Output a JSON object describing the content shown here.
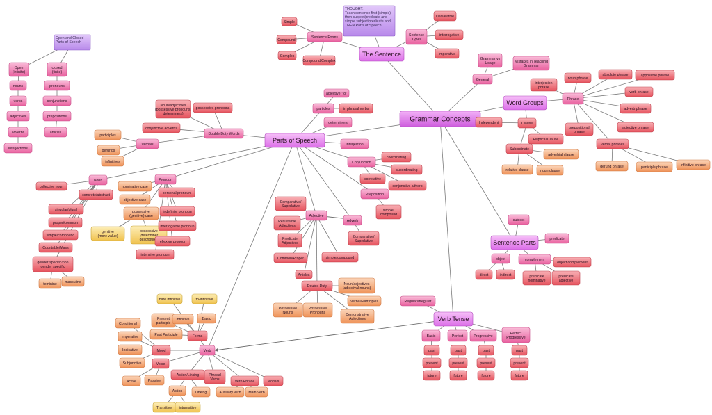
{
  "colors": {
    "link": "#7a7a7a",
    "hub_fill": "#e27cec",
    "hub_stroke": "#b048bd",
    "root_fill": "#d66fe6",
    "note_fill": "#c99df0",
    "note_stroke": "#8d5ec8",
    "pink_fill": "#ef7fb3",
    "pink_stroke": "#c94f8a",
    "red_fill": "#ee6f78",
    "red_stroke": "#c0434f",
    "orange_fill": "#f3a97a",
    "orange_stroke": "#d07a45",
    "yellow_fill": "#f6d779",
    "yellow_stroke": "#c9a436"
  },
  "nodes": [
    {
      "id": "root",
      "label": "Grammar Concepts",
      "kind": "root"
    },
    {
      "id": "pos",
      "label": "Parts of Speech",
      "kind": "hub"
    },
    {
      "id": "sentence",
      "label": "The Sentence",
      "kind": "hub"
    },
    {
      "id": "wordgroups",
      "label": "Word Groups",
      "kind": "hub"
    },
    {
      "id": "sentparts",
      "label": "Sentence Parts",
      "kind": "hub"
    },
    {
      "id": "verbtense",
      "label": "Verb Tense",
      "kind": "hub"
    },
    {
      "id": "thought",
      "label": "THOUGHT:\nTeach sentence first (simple)\nthen subject/predicate and\nsimple subject/predicate and\nTHEN Parts of Speech",
      "kind": "note"
    },
    {
      "id": "openclosed",
      "label": "Open and Closed\nParts of Speech",
      "kind": "note"
    },
    {
      "id": "open",
      "label": "Open\n(infinite)",
      "kind": "pink"
    },
    {
      "id": "closed",
      "label": "closed\n(finite)",
      "kind": "pink"
    },
    {
      "id": "nouns",
      "label": "nouns",
      "kind": "pink"
    },
    {
      "id": "verbs",
      "label": "verbs",
      "kind": "pink"
    },
    {
      "id": "adjectives",
      "label": "adjectives",
      "kind": "pink"
    },
    {
      "id": "adverbs",
      "label": "adverbs",
      "kind": "pink"
    },
    {
      "id": "interjections",
      "label": "interjections",
      "kind": "pink"
    },
    {
      "id": "pronouns",
      "label": "pronouns",
      "kind": "pink"
    },
    {
      "id": "conjunctions",
      "label": "conjunctions",
      "kind": "pink"
    },
    {
      "id": "prepositions",
      "label": "prepositions",
      "kind": "pink"
    },
    {
      "id": "articles",
      "label": "articles",
      "kind": "pink"
    },
    {
      "id": "sentforms",
      "label": "Sentence Forms",
      "kind": "pink"
    },
    {
      "id": "simple",
      "label": "Simple",
      "kind": "red"
    },
    {
      "id": "compound",
      "label": "Compound",
      "kind": "red"
    },
    {
      "id": "complex",
      "label": "Complex",
      "kind": "red"
    },
    {
      "id": "compcomplex",
      "label": "Compound/Complex",
      "kind": "red"
    },
    {
      "id": "senttypes",
      "label": "Sentence\nTypes",
      "kind": "pink"
    },
    {
      "id": "declarative",
      "label": "Declarative",
      "kind": "red"
    },
    {
      "id": "interrogative",
      "label": "interrogative",
      "kind": "red"
    },
    {
      "id": "imperative",
      "label": "imperative",
      "kind": "red"
    },
    {
      "id": "general",
      "label": "General",
      "kind": "pink"
    },
    {
      "id": "gvu",
      "label": "Grammar vs\nUsage",
      "kind": "pink"
    },
    {
      "id": "mistakes",
      "label": "Mistakes in Teaching\nGrammar",
      "kind": "pink"
    },
    {
      "id": "phrase",
      "label": "Phrase",
      "kind": "pink"
    },
    {
      "id": "clause",
      "label": "Clause",
      "kind": "red"
    },
    {
      "id": "nounphrase",
      "label": "noun phrase",
      "kind": "red"
    },
    {
      "id": "absphrase",
      "label": "absolute phrase",
      "kind": "red"
    },
    {
      "id": "appphrase",
      "label": "appositive phrase",
      "kind": "red"
    },
    {
      "id": "interjphrase",
      "label": "interjection\nphrase",
      "kind": "red"
    },
    {
      "id": "verbphrase",
      "label": "verb phrase",
      "kind": "red"
    },
    {
      "id": "advphrase",
      "label": "adverb phrase",
      "kind": "red"
    },
    {
      "id": "adjphrase",
      "label": "adjective phrase",
      "kind": "red"
    },
    {
      "id": "prepphrase",
      "label": "prepositional\nphrase",
      "kind": "red"
    },
    {
      "id": "verbalphrases",
      "label": "verbal phrases",
      "kind": "red"
    },
    {
      "id": "gerundphrase",
      "label": "gerund phrase",
      "kind": "orange"
    },
    {
      "id": "partphrase",
      "label": "participle phrase",
      "kind": "orange"
    },
    {
      "id": "infphrase",
      "label": "infinitive phrase",
      "kind": "orange"
    },
    {
      "id": "independent",
      "label": "Independent",
      "kind": "red"
    },
    {
      "id": "ellipticalclause",
      "label": "Elliptical Clause",
      "kind": "red"
    },
    {
      "id": "subordinate",
      "label": "Subordinate",
      "kind": "red"
    },
    {
      "id": "advclause",
      "label": "adverbial clause",
      "kind": "orange"
    },
    {
      "id": "relclause",
      "label": "relative clause",
      "kind": "orange"
    },
    {
      "id": "nounclause",
      "label": "noun clause",
      "kind": "orange"
    },
    {
      "id": "nounadj",
      "label": "Noun/adjectives\n(possessive pronouns,\ndeterminers)",
      "kind": "red"
    },
    {
      "id": "posspron",
      "label": "possessive pronouns",
      "kind": "red"
    },
    {
      "id": "conjadv",
      "label": "conjunctive adverbs",
      "kind": "red"
    },
    {
      "id": "doubleduty",
      "label": "Double Duty Words",
      "kind": "pink"
    },
    {
      "id": "verbals",
      "label": "Verbals",
      "kind": "pink"
    },
    {
      "id": "participles",
      "label": "participles",
      "kind": "orange"
    },
    {
      "id": "gerunds",
      "label": "gerunds",
      "kind": "orange"
    },
    {
      "id": "infinitives",
      "label": "infinitives",
      "kind": "orange"
    },
    {
      "id": "adjto",
      "label": "adjective \"to\"",
      "kind": "pink"
    },
    {
      "id": "particles",
      "label": "particles",
      "kind": "pink"
    },
    {
      "id": "phrasalverbs",
      "label": "in phrasal verbs",
      "kind": "red"
    },
    {
      "id": "determiners",
      "label": "determiners",
      "kind": "pink"
    },
    {
      "id": "interjection",
      "label": "Interjection",
      "kind": "pink"
    },
    {
      "id": "conjunction",
      "label": "Conjunction",
      "kind": "pink"
    },
    {
      "id": "coordinating",
      "label": "coordinating",
      "kind": "red"
    },
    {
      "id": "subordinating",
      "label": "subordinating",
      "kind": "red"
    },
    {
      "id": "correlative",
      "label": "correlative",
      "kind": "red"
    },
    {
      "id": "conjadverb",
      "label": "conjunctive adverb",
      "kind": "red"
    },
    {
      "id": "preposition",
      "label": "Preposition",
      "kind": "pink"
    },
    {
      "id": "simplecompound",
      "label": "simple/\ncompound",
      "kind": "red"
    },
    {
      "id": "noun",
      "label": "Noun",
      "kind": "pink"
    },
    {
      "id": "collective",
      "label": "collective noun",
      "kind": "red"
    },
    {
      "id": "concreteabstract",
      "label": "concrete/abstract",
      "kind": "red"
    },
    {
      "id": "singplural",
      "label": "singular/plural",
      "kind": "red"
    },
    {
      "id": "propercommon",
      "label": "proper/common",
      "kind": "red"
    },
    {
      "id": "simplecompound2",
      "label": "simple/compound",
      "kind": "red"
    },
    {
      "id": "countable",
      "label": "Countable/Mass",
      "kind": "red"
    },
    {
      "id": "gender",
      "label": "gender specific/non\ngender specific",
      "kind": "red"
    },
    {
      "id": "feminine",
      "label": "feminine",
      "kind": "orange"
    },
    {
      "id": "masculine",
      "label": "masculine",
      "kind": "orange"
    },
    {
      "id": "pronoun",
      "label": "Pronoun",
      "kind": "pink"
    },
    {
      "id": "nomcase",
      "label": "nominative case",
      "kind": "orange"
    },
    {
      "id": "objcase",
      "label": "objective case",
      "kind": "orange"
    },
    {
      "id": "posscase",
      "label": "possessive\n(genitive) case",
      "kind": "orange"
    },
    {
      "id": "genitive",
      "label": "genitive\n(more value)",
      "kind": "yellow"
    },
    {
      "id": "possdet",
      "label": "possessive\n(determiner\ndescription)",
      "kind": "yellow"
    },
    {
      "id": "personalpron",
      "label": "personal pronoun",
      "kind": "red"
    },
    {
      "id": "indefpron",
      "label": "indefinite pronoun",
      "kind": "red"
    },
    {
      "id": "interrogpron",
      "label": "interrogative pronoun",
      "kind": "red"
    },
    {
      "id": "reflexpron",
      "label": "reflexive pronoun",
      "kind": "red"
    },
    {
      "id": "intensivepron",
      "label": "intensive pronoun",
      "kind": "red"
    },
    {
      "id": "compsup",
      "label": "Comparative/\nSuperlative",
      "kind": "red"
    },
    {
      "id": "adjective",
      "label": "Adjective",
      "kind": "pink"
    },
    {
      "id": "adverb",
      "label": "Adverb",
      "kind": "pink"
    },
    {
      "id": "resultative",
      "label": "Resultative\nAdjectives",
      "kind": "red"
    },
    {
      "id": "predicate",
      "label": "Predicate\nAdjectives",
      "kind": "red"
    },
    {
      "id": "commonproper",
      "label": "Common/Proper",
      "kind": "red"
    },
    {
      "id": "simplecompound3",
      "label": "simple/compound",
      "kind": "red"
    },
    {
      "id": "compsup2",
      "label": "Comparative/\nSuperlative",
      "kind": "red"
    },
    {
      "id": "articlesb",
      "label": "Articles",
      "kind": "red"
    },
    {
      "id": "doubleduty2",
      "label": "Double Duty",
      "kind": "red"
    },
    {
      "id": "nounadj2",
      "label": "Noun/adjectives\n(adjectival nouns)",
      "kind": "orange"
    },
    {
      "id": "verbalpart",
      "label": "Verbal/Participles",
      "kind": "orange"
    },
    {
      "id": "possnouns",
      "label": "Possessive\nNouns",
      "kind": "orange"
    },
    {
      "id": "posspronouns",
      "label": "Possessive\nPronouns",
      "kind": "orange"
    },
    {
      "id": "demadj",
      "label": "Demonstrative\nAdjectives",
      "kind": "orange"
    },
    {
      "id": "subject",
      "label": "subject",
      "kind": "pink"
    },
    {
      "id": "predicate2",
      "label": "predicate",
      "kind": "pink"
    },
    {
      "id": "object",
      "label": "object",
      "kind": "pink"
    },
    {
      "id": "complement",
      "label": "complement",
      "kind": "pink"
    },
    {
      "id": "objcomplement",
      "label": "object complement",
      "kind": "red"
    },
    {
      "id": "direct",
      "label": "direct",
      "kind": "red"
    },
    {
      "id": "indirect",
      "label": "indirect",
      "kind": "red"
    },
    {
      "id": "prednom",
      "label": "predicate\nnominative",
      "kind": "red"
    },
    {
      "id": "predadj",
      "label": "predicate\nadjective",
      "kind": "red"
    },
    {
      "id": "regirreg",
      "label": "Regular/Irregular",
      "kind": "pink"
    },
    {
      "id": "basic",
      "label": "Basic",
      "kind": "pink"
    },
    {
      "id": "perfect",
      "label": "Perfect",
      "kind": "pink"
    },
    {
      "id": "progressive",
      "label": "Progressive",
      "kind": "pink"
    },
    {
      "id": "perfprog",
      "label": "Perfect\nProgressive",
      "kind": "pink"
    },
    {
      "id": "past1",
      "label": "past",
      "kind": "red"
    },
    {
      "id": "present1",
      "label": "present",
      "kind": "red"
    },
    {
      "id": "future1",
      "label": "future",
      "kind": "red"
    },
    {
      "id": "past2",
      "label": "past",
      "kind": "red"
    },
    {
      "id": "present2",
      "label": "present",
      "kind": "red"
    },
    {
      "id": "future2",
      "label": "future",
      "kind": "red"
    },
    {
      "id": "past3",
      "label": "past",
      "kind": "red"
    },
    {
      "id": "present3",
      "label": "present",
      "kind": "red"
    },
    {
      "id": "future3",
      "label": "future",
      "kind": "red"
    },
    {
      "id": "past4",
      "label": "past",
      "kind": "red"
    },
    {
      "id": "present4",
      "label": "present",
      "kind": "red"
    },
    {
      "id": "future4",
      "label": "future",
      "kind": "red"
    },
    {
      "id": "verb",
      "label": "Verb",
      "kind": "pink"
    },
    {
      "id": "bareinf",
      "label": "bare infinitive",
      "kind": "yellow"
    },
    {
      "id": "toinf",
      "label": "to-infinitive",
      "kind": "yellow"
    },
    {
      "id": "presentpart",
      "label": "Present\nparticiple",
      "kind": "orange"
    },
    {
      "id": "infinitive",
      "label": "infinitive",
      "kind": "orange"
    },
    {
      "id": "basicform",
      "label": "Basic",
      "kind": "orange"
    },
    {
      "id": "pastpart",
      "label": "Past Participle",
      "kind": "orange"
    },
    {
      "id": "forms",
      "label": "Forms",
      "kind": "red"
    },
    {
      "id": "conditional",
      "label": "Conditional",
      "kind": "orange"
    },
    {
      "id": "imperativem",
      "label": "Imperative",
      "kind": "orange"
    },
    {
      "id": "indicative",
      "label": "Indicative",
      "kind": "orange"
    },
    {
      "id": "mood",
      "label": "Mood",
      "kind": "red"
    },
    {
      "id": "subjunctive",
      "label": "Subjunctive",
      "kind": "orange"
    },
    {
      "id": "voice",
      "label": "Voice",
      "kind": "red"
    },
    {
      "id": "active",
      "label": "Active",
      "kind": "orange"
    },
    {
      "id": "passive",
      "label": "Passive",
      "kind": "orange"
    },
    {
      "id": "actionlinking",
      "label": "Action/Linking",
      "kind": "red"
    },
    {
      "id": "action",
      "label": "Action",
      "kind": "orange"
    },
    {
      "id": "linking",
      "label": "Linking",
      "kind": "orange"
    },
    {
      "id": "transitive",
      "label": "Transitive",
      "kind": "yellow"
    },
    {
      "id": "intransitive",
      "label": "intransitive",
      "kind": "yellow"
    },
    {
      "id": "phrasalverbsb",
      "label": "Phrasal\nVerbs",
      "kind": "red"
    },
    {
      "id": "verbphraseb",
      "label": "Verb Phrase",
      "kind": "red"
    },
    {
      "id": "auxverb",
      "label": "Auxiliary verb",
      "kind": "orange"
    },
    {
      "id": "mainverb",
      "label": "Main Verb",
      "kind": "orange"
    },
    {
      "id": "modals",
      "label": "Modals",
      "kind": "red"
    }
  ]
}
